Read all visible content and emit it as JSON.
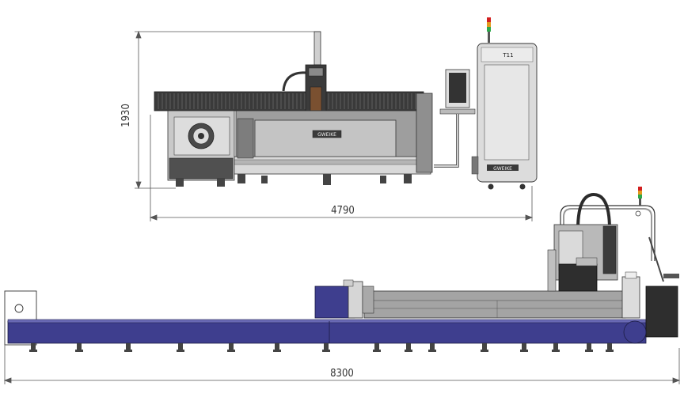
{
  "drawing": {
    "dimensions": {
      "height_top": "1930",
      "width_top": "4790",
      "length_bottom": "8300"
    },
    "brand_label": "GWEIKE",
    "cabinet_label": "T11"
  },
  "colors": {
    "line": "#333333",
    "frame_grey": "#8c8c8c",
    "body_grey": "#a9a9a9",
    "light_grey": "#d8d8d8",
    "dark": "#2b2b2b",
    "accent_blue": "#3e3e8e",
    "beacon_red": "#d21f1f",
    "beacon_green": "#2da84a",
    "beacon_orange": "#e39a1e"
  }
}
